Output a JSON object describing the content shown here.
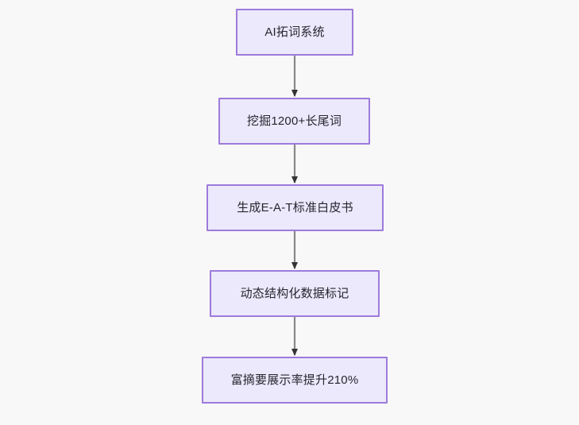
{
  "diagram": {
    "type": "flowchart",
    "orientation": "top-to-bottom",
    "background_color": "#f8f8f8",
    "node_fill_color": "#ece9fc",
    "node_border_color": "#9d7bdb",
    "node_text_color": "#26262f",
    "edge_color": "#888888",
    "arrowhead_color": "#333333",
    "nodes": [
      {
        "id": "node-1",
        "label": "AI拓词系统"
      },
      {
        "id": "node-2",
        "label": "挖掘1200+长尾词"
      },
      {
        "id": "node-3",
        "label": "生成E-A-T标准白皮书"
      },
      {
        "id": "node-4",
        "label": "动态结构化数据标记"
      },
      {
        "id": "node-5",
        "label": "富摘要展示率提升210%"
      }
    ],
    "edges": [
      {
        "id": "edge-1-2",
        "from": "node-1",
        "to": "node-2",
        "label": ""
      },
      {
        "id": "edge-2-3",
        "from": "node-2",
        "to": "node-3",
        "label": ""
      },
      {
        "id": "edge-3-4",
        "from": "node-3",
        "to": "node-4",
        "label": ""
      },
      {
        "id": "edge-4-5",
        "from": "node-4",
        "to": "node-5",
        "label": ""
      }
    ]
  }
}
